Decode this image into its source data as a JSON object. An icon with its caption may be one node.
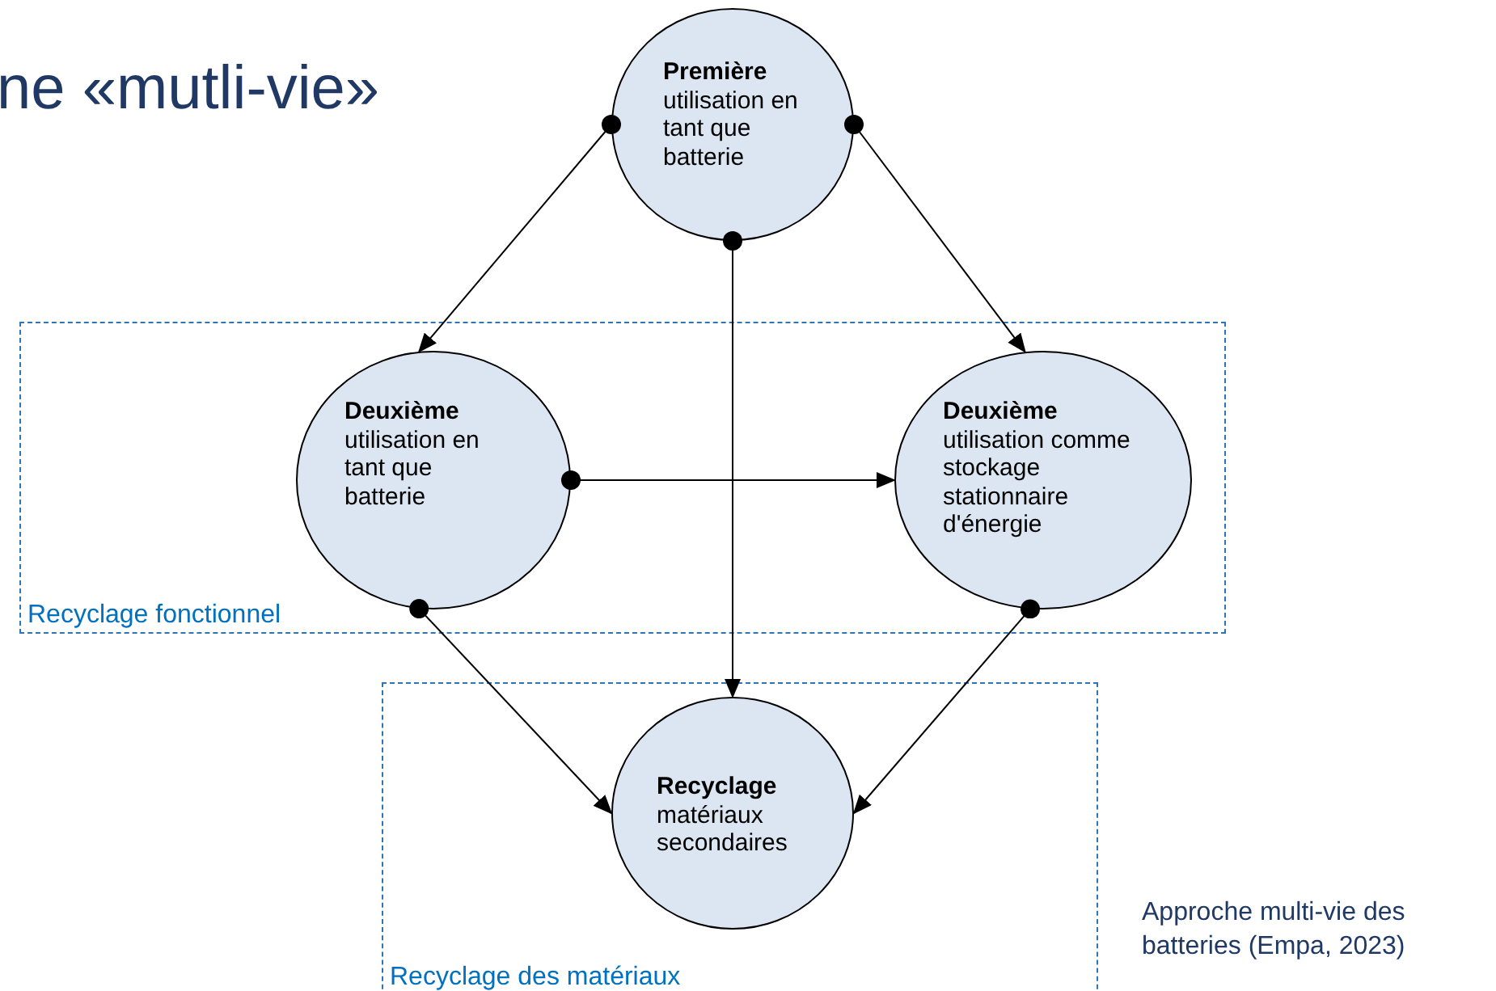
{
  "diagram": {
    "title": "ne «mutli-vie»",
    "caption": "Approche multi-vie des batteries (Empa, 2023)",
    "nodes": [
      {
        "text": [
          "Recyclage fonctionnel"
        ]
      },
      {
        "text": [
          "Recyclage des matériaux"
        ]
      },
      {
        "text": [
          "Première",
          "utilisation en tant que batterie"
        ]
      },
      {
        "text": [
          "Deuxième",
          "utilisation en tant que batterie"
        ],
        "in": 0
      },
      {
        "text": [
          "Deuxième",
          "utilisation comme stockage stationnaire d'énergie"
        ],
        "in": 0
      },
      {
        "text": [
          "Recyclage",
          "matériaux secondaires"
        ],
        "in": 1
      }
    ],
    "edges": [
      {
        "from": 2,
        "to": 3,
        "arrow": "to"
      },
      {
        "from": 2,
        "to": 4,
        "arrow": "to"
      },
      {
        "from": 2,
        "to": 5,
        "arrow": "to"
      },
      {
        "from": 3,
        "to": 4,
        "arrow": "to"
      },
      {
        "from": 3,
        "to": 5,
        "arrow": "to"
      },
      {
        "from": 4,
        "to": 5,
        "arrow": "to"
      }
    ]
  }
}
